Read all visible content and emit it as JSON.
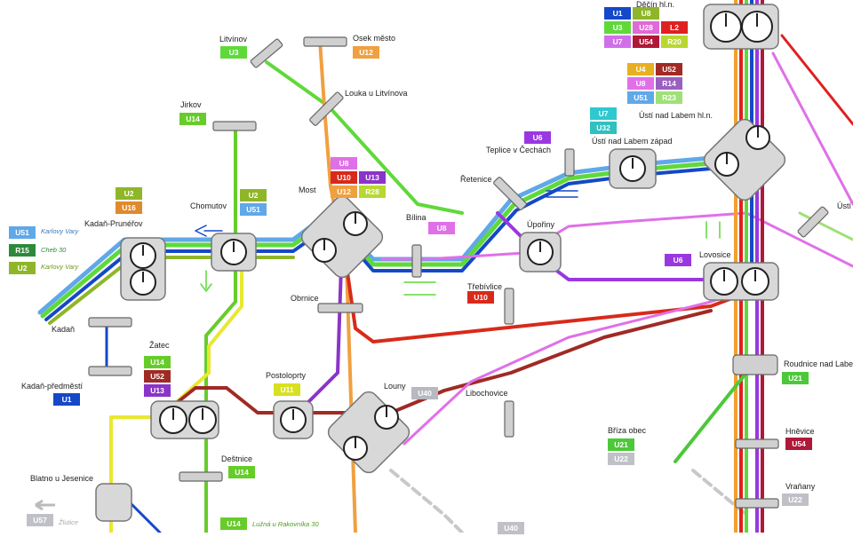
{
  "colors": {
    "U1": "#1448c8",
    "U2": "#8fb629",
    "U3": "#5fd93a",
    "U5": "#9a38e0",
    "U6": "#9a38e0",
    "U7": "#2fc8d0",
    "U8": "#e070e8",
    "U10": "#d82a1a",
    "U11": "#d8e020",
    "U12": "#f0a040",
    "U13": "#8a34c8",
    "U14": "#66cc2a",
    "U16": "#e08a2e",
    "U21": "#4cc83a",
    "U22": "#c0c0c8",
    "U23": "#f0a030",
    "U28": "#e06ad8",
    "U32": "#30c0c0",
    "U40": "#b8b8c0",
    "U51": "#60a8e8",
    "U52": "#a02a24",
    "U54": "#b01838",
    "U57": "#c0c0c8",
    "L2": "#e02020",
    "R14": "#9a60c0",
    "R15": "#2c8a3a",
    "R20": "#b8d830",
    "R23": "#a0e078",
    "R28": "#b8d830",
    "U4": "#e8b020",
    "U1b": "#1448c8"
  },
  "stations": {
    "litvinov": "Litvínov",
    "osek": "Osek město",
    "louka": "Louka u Litvínova",
    "jirkov": "Jirkov",
    "decin": "Děčín hl.n.",
    "usti_hln": "Ústí nad Labem hl.n.",
    "usti_zapad": "Ústí nad Labem západ",
    "teplice": "Teplice v Čechách",
    "retenice": "Řetenice",
    "most": "Most",
    "bilina": "Bílina",
    "chomutov": "Chomutov",
    "kadan_prunerov": "Kadaň-Prunéřov",
    "kadan": "Kadaň",
    "kadan_predmesti": "Kadaň-předměstí",
    "uporiny": "Úpořiny",
    "lovosice": "Lovosice",
    "usti_right": "Ústí",
    "obrnice": "Obrnice",
    "trebivlice": "Třebívlice",
    "zatec": "Žatec",
    "postoloprty": "Postoloprty",
    "louny": "Louny",
    "libochovice": "Libochovice",
    "roudnice": "Roudnice nad Labem",
    "brizaobec": "Bříza obec",
    "hnevice": "Hněvice",
    "destnice": "Deštnice",
    "blatno": "Blatno u Jesenice",
    "vranany": "Vraňany"
  },
  "external": {
    "karlovy_vary_1": "Karlovy Vary",
    "cheb": "Cheb 30",
    "karlovy_vary_2": "Karlovy Vary",
    "luzna": "Lužná u Rakovníka 30",
    "zlutice": "Žlutice"
  },
  "badges": {
    "decin_top": [
      {
        "t": "U1",
        "c": "#1448c8"
      },
      {
        "t": "U8",
        "c": "#8fb629"
      },
      {
        "t": "U3",
        "c": "#5fd93a"
      },
      {
        "t": "U28",
        "c": "#e06ad8"
      },
      {
        "t": "L2",
        "c": "#e02020"
      },
      {
        "t": "U7",
        "c": "#d070e8"
      },
      {
        "t": "U54",
        "c": "#b01838"
      },
      {
        "t": "R20",
        "c": "#b8d830"
      }
    ],
    "usti_hln": [
      {
        "t": "U4",
        "c": "#e8b020"
      },
      {
        "t": "U52",
        "c": "#a02a24"
      },
      {
        "t": "U8",
        "c": "#e070e8"
      },
      {
        "t": "R14",
        "c": "#9a60c0"
      },
      {
        "t": "U51",
        "c": "#60a8e8"
      },
      {
        "t": "R23",
        "c": "#a0e078"
      }
    ],
    "usti_zapad": [
      {
        "t": "U7",
        "c": "#2fc8d0"
      },
      {
        "t": "U32",
        "c": "#30c0c0"
      }
    ],
    "teplice": [
      {
        "t": "U6",
        "c": "#9a38e0"
      }
    ],
    "litvinov": [
      {
        "t": "U3",
        "c": "#5fd93a"
      }
    ],
    "osek": [
      {
        "t": "U12",
        "c": "#f0a040"
      }
    ],
    "jirkov": [
      {
        "t": "U14",
        "c": "#66cc2a"
      }
    ],
    "most": [
      {
        "t": "U8",
        "c": "#e070e8"
      },
      {
        "t": "U10",
        "c": "#d82a1a"
      },
      {
        "t": "U13",
        "c": "#8a34c8"
      },
      {
        "t": "U12",
        "c": "#f0a040"
      },
      {
        "t": "R28",
        "c": "#b8d830"
      }
    ],
    "bilina": [
      {
        "t": "U8",
        "c": "#e070e8"
      }
    ],
    "chomutov": [
      {
        "t": "U2",
        "c": "#8fb629"
      },
      {
        "t": "U51",
        "c": "#60a8e8"
      }
    ],
    "kadan_prunerov": [
      {
        "t": "U2",
        "c": "#8fb629"
      },
      {
        "t": "U16",
        "c": "#e08a2e"
      }
    ],
    "west": [
      {
        "t": "U51",
        "c": "#60a8e8"
      },
      {
        "t": "R15",
        "c": "#2c8a3a"
      },
      {
        "t": "U2",
        "c": "#8fb629"
      }
    ],
    "kadan_predmesti": [
      {
        "t": "U1",
        "c": "#1448c8"
      }
    ],
    "lovosice": [
      {
        "t": "U6",
        "c": "#9a38e0"
      }
    ],
    "trebivlice": [
      {
        "t": "U10",
        "c": "#d82a1a"
      }
    ],
    "zatec": [
      {
        "t": "U14",
        "c": "#66cc2a"
      },
      {
        "t": "U52",
        "c": "#a02a24"
      },
      {
        "t": "U13",
        "c": "#8a34c8"
      }
    ],
    "postoloprty": [
      {
        "t": "U11",
        "c": "#d8e020"
      }
    ],
    "louny": [
      {
        "t": "U40",
        "c": "#b8b8c0"
      }
    ],
    "roudnice": [
      {
        "t": "U21",
        "c": "#4cc83a"
      }
    ],
    "hnevice": [
      {
        "t": "U54",
        "c": "#b01838"
      }
    ],
    "briza": [
      {
        "t": "U21",
        "c": "#4cc83a"
      },
      {
        "t": "U22",
        "c": "#c0c0c8"
      }
    ],
    "destnice": [
      {
        "t": "U14",
        "c": "#66cc2a"
      }
    ],
    "luzna": [
      {
        "t": "U14",
        "c": "#66cc2a"
      }
    ],
    "vranany": [
      {
        "t": "U22",
        "c": "#c0c0c8"
      }
    ],
    "blatno": [
      {
        "t": "U57",
        "c": "#c0c0c8"
      }
    ],
    "bottom_mid": [
      {
        "t": "U40",
        "c": "#c0c0c8"
      }
    ]
  }
}
